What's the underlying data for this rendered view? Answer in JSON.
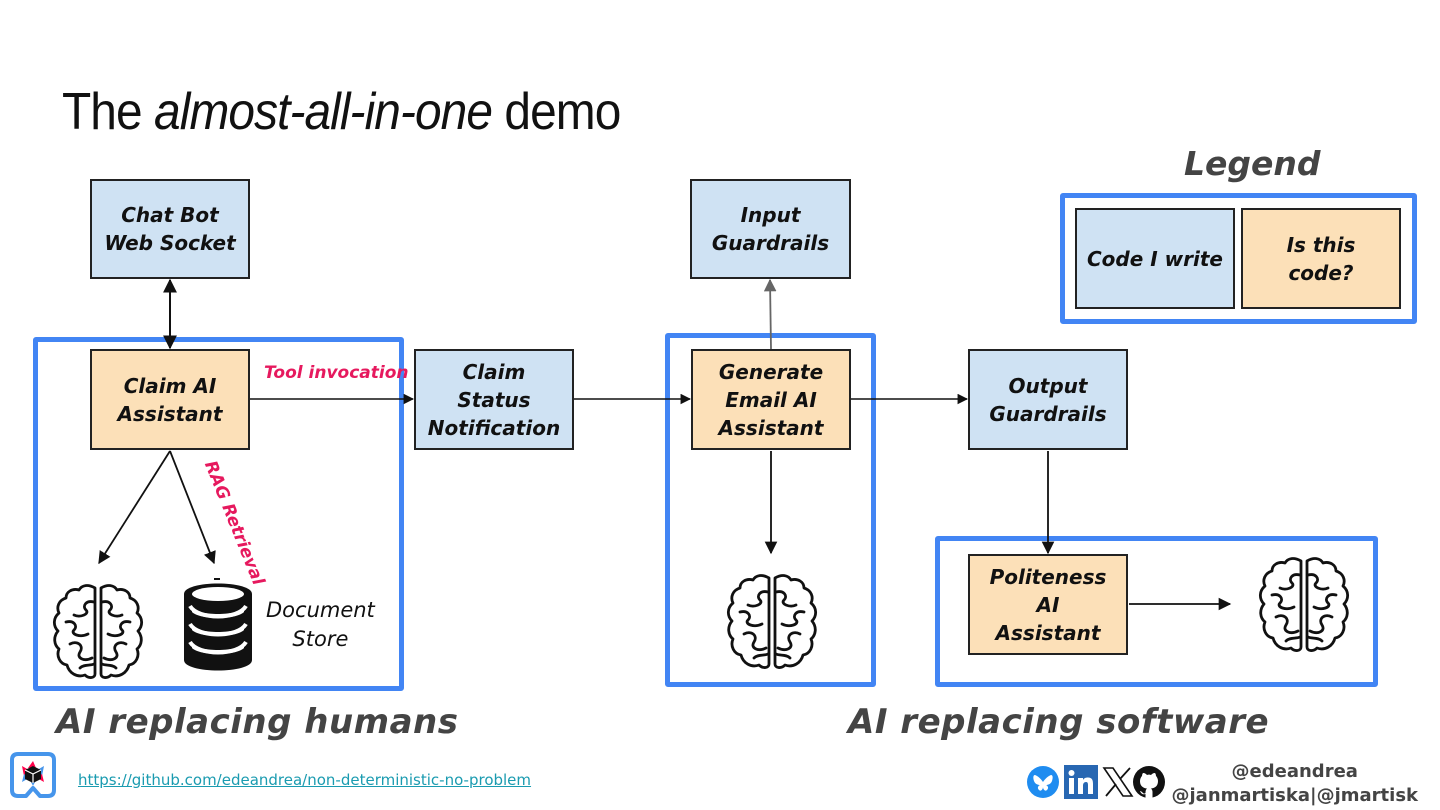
{
  "slide": {
    "title_prefix": "The ",
    "title_emphasis": "almost-all-in-one",
    "title_suffix": " demo"
  },
  "nodes": {
    "chat_bot": "Chat Bot\nWeb Socket",
    "claim_ai": "Claim AI\nAssistant",
    "claim_status": "Claim\nStatus\nNotification",
    "input_guardrails": "Input\nGuardrails",
    "generate_email": "Generate\nEmail AI\nAssistant",
    "output_guardrails": "Output\nGuardrails",
    "politeness": "Politeness\nAI\nAssistant"
  },
  "edge_labels": {
    "tool_invocation": "Tool invocation",
    "rag_retrieval": "RAG Retrieval"
  },
  "document_store_label": "Document\nStore",
  "legend": {
    "title": "Legend",
    "items": [
      {
        "label": "Code I write",
        "color": "#cfe2f3"
      },
      {
        "label": "Is this\ncode?",
        "color": "#fce0b8"
      }
    ]
  },
  "sections": {
    "left": "AI replacing humans",
    "right": "AI replacing software"
  },
  "colors": {
    "group_border": "#4285f4",
    "code_fill": "#cfe2f3",
    "ai_fill": "#fce0b8",
    "edge_label": "#e6195e",
    "link": "#1a9bb0"
  },
  "footer": {
    "link": "https://github.com/edeandrea/non-deterministic-no-problem",
    "handle_1": "@edeandrea",
    "handle_2": "@janmartiska|@jmartisk",
    "social_icons": [
      "bluesky-icon",
      "linkedin-icon",
      "x-icon",
      "github-icon"
    ]
  }
}
